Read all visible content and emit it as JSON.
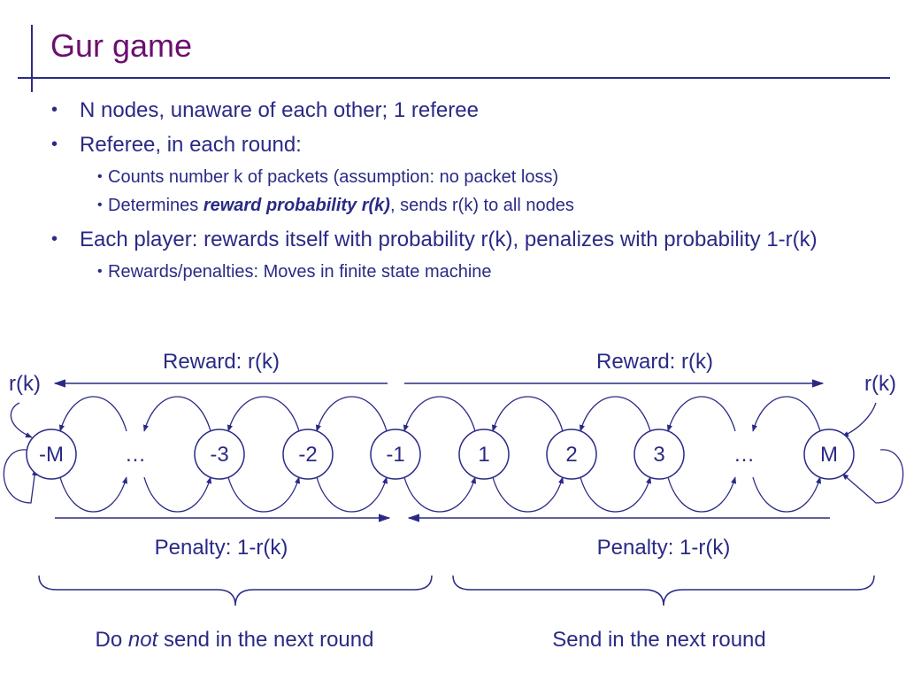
{
  "slide": {
    "title": "Gur game",
    "bullets": [
      {
        "text": "N nodes, unaware of each other; 1 referee"
      },
      {
        "text": "Referee, in each round:",
        "sub": [
          {
            "text": "Counts number k of packets (assumption: no packet loss)"
          },
          {
            "pre": "Determines ",
            "bold": "reward probability r(k)",
            "post": ", sends r(k) to all nodes"
          }
        ]
      },
      {
        "text": "Each player: rewards itself with probability r(k), penalizes with probability 1-r(k)",
        "sub": [
          {
            "text": "Rewards/penalties: Moves in finite state machine"
          }
        ]
      }
    ]
  },
  "fsm": {
    "reward_left": "Reward: r(k)",
    "reward_right": "Reward: r(k)",
    "rk_left": "r(k)",
    "rk_right": "r(k)",
    "penalty_left": "Penalty: 1-r(k)",
    "penalty_right": "Penalty: 1-r(k)",
    "states": [
      "-M",
      "…",
      "-3",
      "-2",
      "-1",
      "1",
      "2",
      "3",
      "…",
      "M"
    ],
    "caption_left_pre": "Do ",
    "caption_left_em": "not",
    "caption_left_post": " send in the next round",
    "caption_right": "Send in the next round"
  },
  "colors": {
    "text": "#2a2a86",
    "title": "#6b0f6f"
  }
}
